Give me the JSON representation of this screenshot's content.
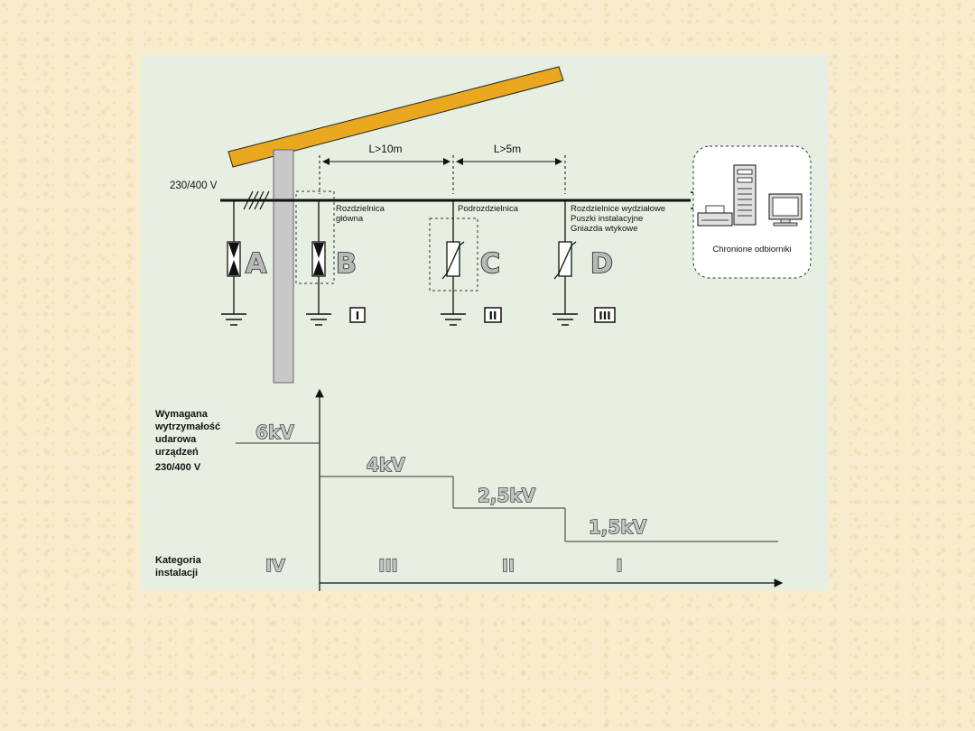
{
  "diagram": {
    "supply_voltage": "230/400 V",
    "dist_l1": "L>10m",
    "dist_l2": "L>5m",
    "points": {
      "b_line1": "Rozdzielnica",
      "b_line2": "główna",
      "c_line1": "Podrozdzielnica",
      "d_line1": "Rozdzielnice wydziałowe",
      "d_line2": "Puszki instalacyjne",
      "d_line3": "Gniazda wtykowe"
    },
    "protected_label": "Chronione odbiorniki",
    "arresters": [
      "A",
      "B",
      "C",
      "D"
    ],
    "classes": [
      "I",
      "II",
      "III"
    ]
  },
  "chart": {
    "ylabel": [
      "Wymagana",
      "wytrzymałość",
      "udarowa",
      "urządzeń",
      "230/400 V"
    ],
    "levels": [
      "6kV",
      "4kV",
      "2,5kV",
      "1,5kV"
    ],
    "category_label": [
      "Kategoria",
      "instalacji"
    ],
    "categories": [
      "IV",
      "III",
      "II",
      "I"
    ]
  },
  "colors": {
    "panel": "#e6efe2",
    "roof": "#e9a820",
    "pole": "#c8c8c8",
    "background": "#f8eccc"
  }
}
